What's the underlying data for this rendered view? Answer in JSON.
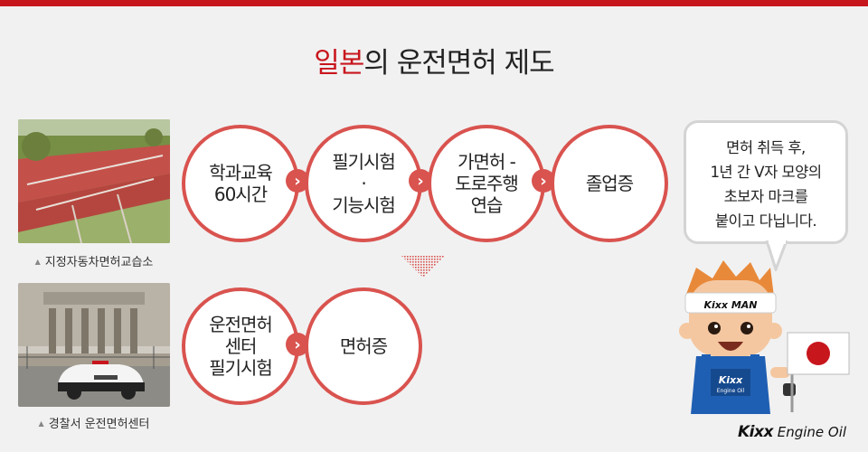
{
  "title": {
    "highlight": "일본",
    "rest": "의 운전면허 제도"
  },
  "rows": [
    {
      "photo": "driving-school-photo",
      "caption": "지정자동차면허교습소",
      "steps": [
        "학과교육\n60시간",
        "필기시험\n·\n기능시험",
        "가면허 -\n도로주행\n연습",
        "졸업증"
      ]
    },
    {
      "photo": "police-station-photo",
      "caption": "경찰서 운전면허센터",
      "steps": [
        "운전면허\n센터\n필기시험",
        "면허증"
      ]
    }
  ],
  "arrow_icon": "chevron-right-icon",
  "down_icon": "down-triangle-icon",
  "bubble": {
    "text": "면허 취득 후,\n1년 간 V자 모양의\n초보자 마크를\n붙이고 다닙니다."
  },
  "mascot": {
    "cap": "Kixx MAN",
    "overall": "Kixx",
    "overall_sub": "Engine Oil"
  },
  "brand": {
    "logo": "Kixx",
    "sub": "Engine Oil"
  },
  "colors": {
    "accent": "#c8161d",
    "circle_border": "#d9534f"
  }
}
